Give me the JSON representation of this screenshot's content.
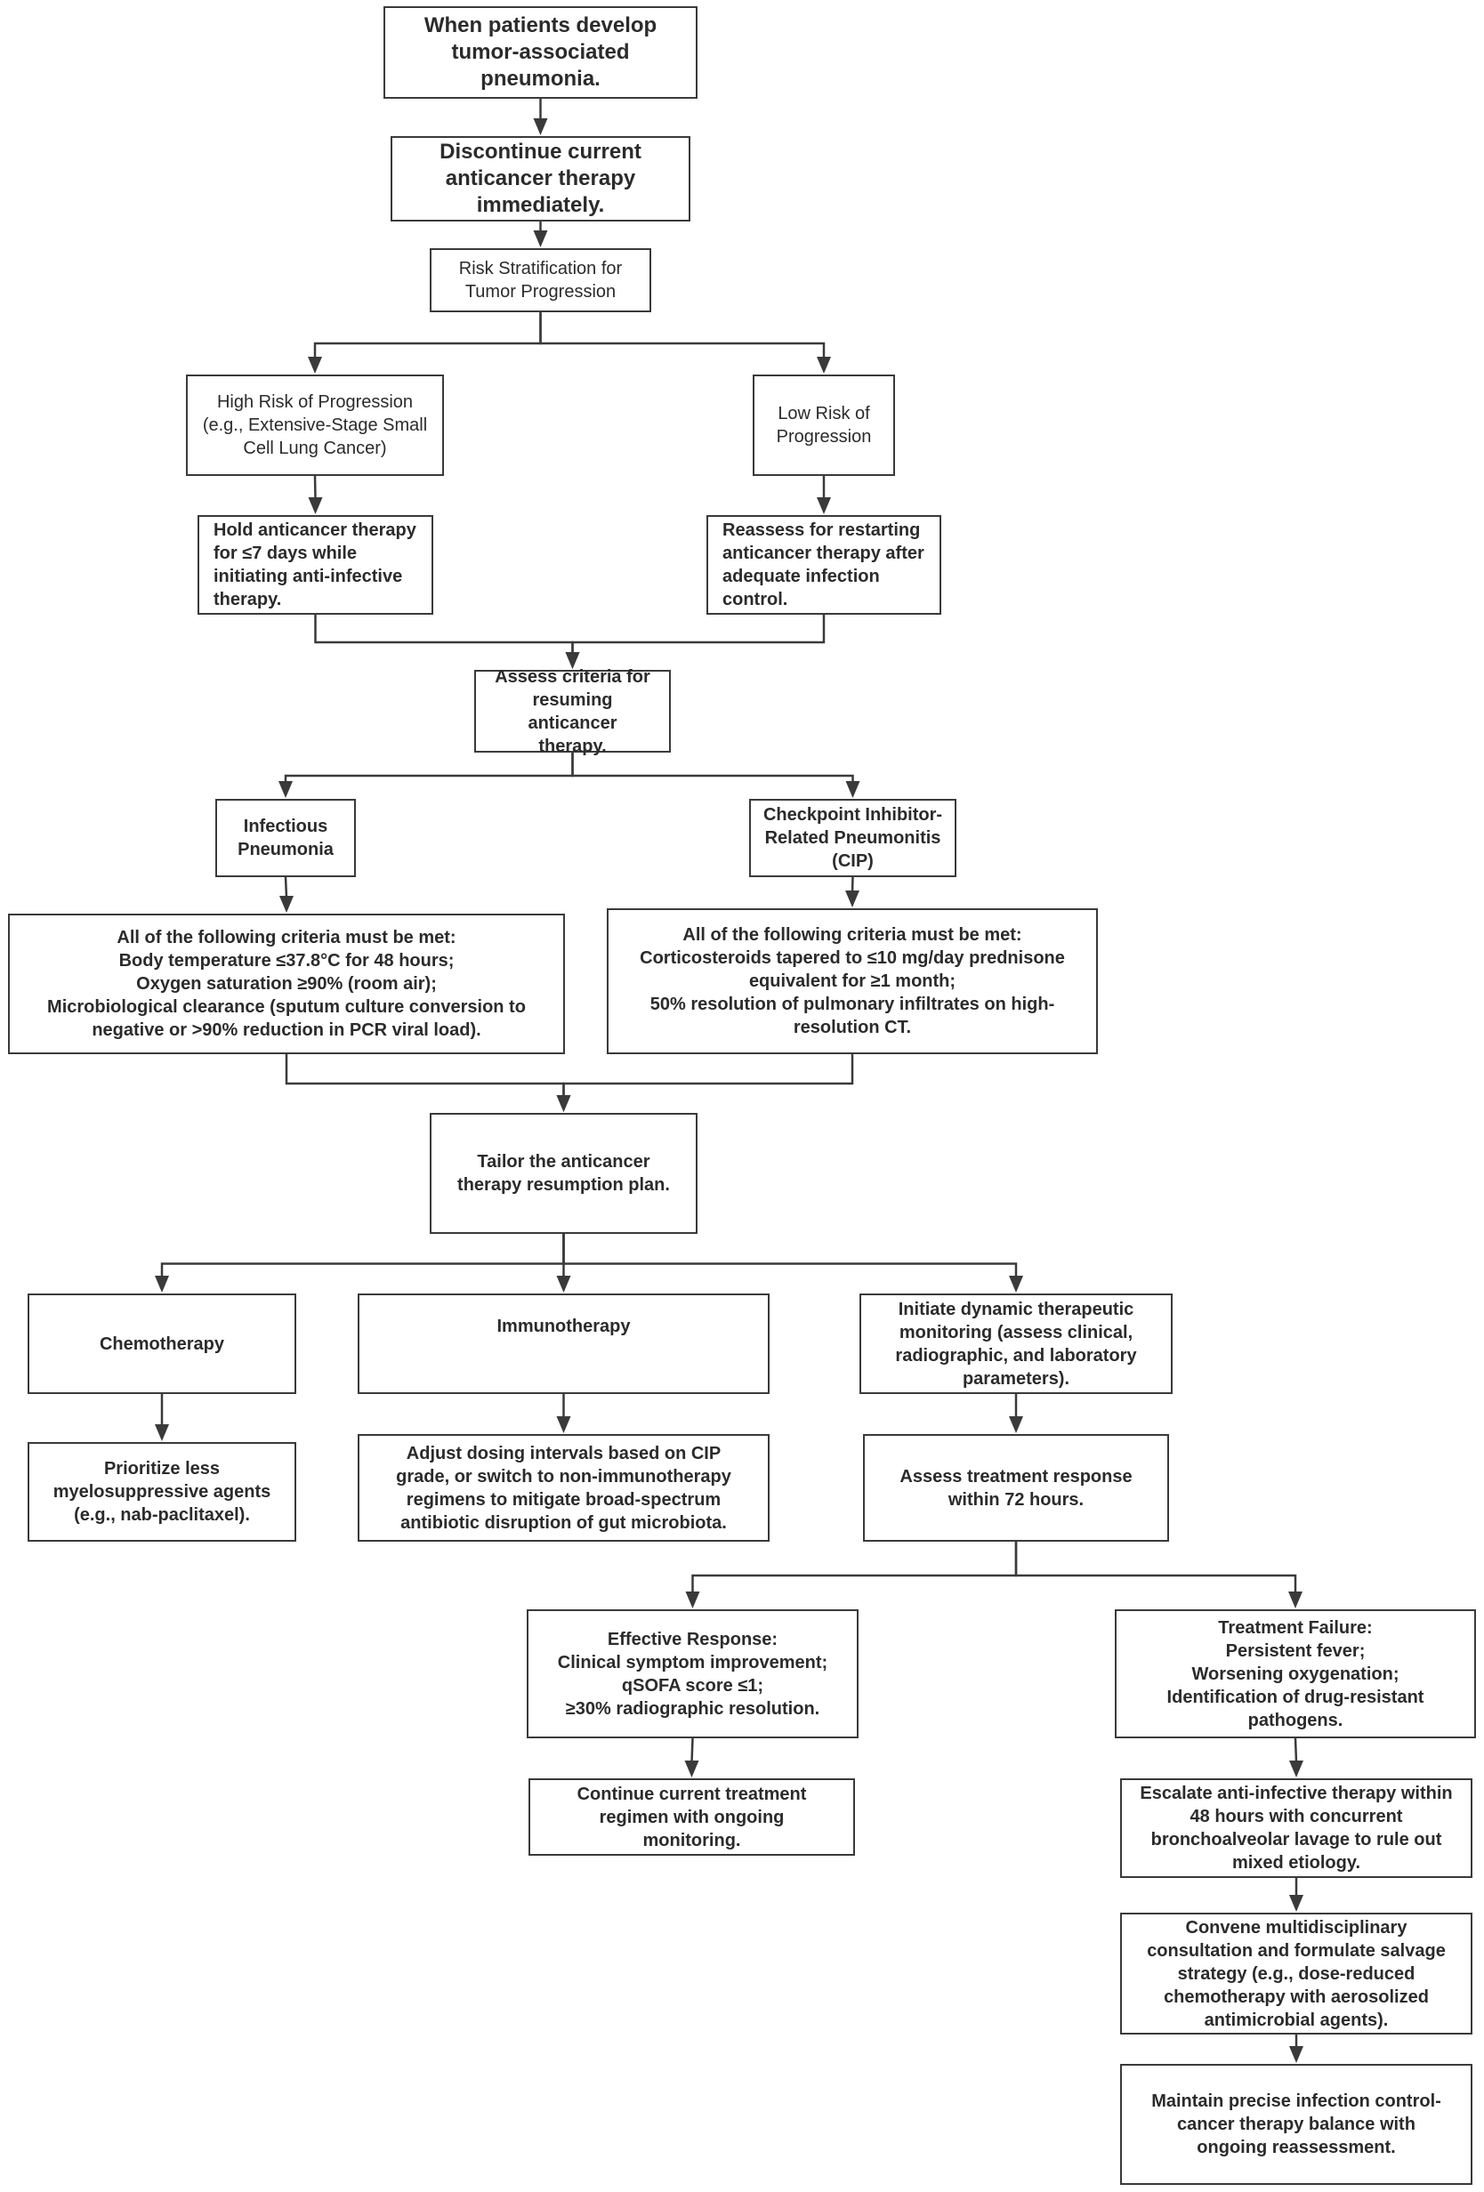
{
  "flowchart": {
    "nodes": {
      "n1": "When patients develop tumor-associated pneumonia.",
      "n2": "Discontinue current anticancer therapy immediately.",
      "n3": "Risk Stratification for Tumor Progression",
      "n4": "High Risk of Progression (e.g., Extensive-Stage Small Cell Lung Cancer)",
      "n5": "Low Risk of Progression",
      "n6": "Hold anticancer therapy for ≤7 days while initiating anti-infective therapy.",
      "n7": "Reassess for restarting anticancer therapy after adequate infection control.",
      "n8": "Assess criteria for resuming anticancer therapy.",
      "n9": "Infectious Pneumonia",
      "n10": "Checkpoint Inhibitor-Related Pneumonitis (CIP)",
      "n11": "All of the following criteria must be met:\nBody temperature ≤37.8°C for 48 hours;\nOxygen saturation ≥90% (room air);\nMicrobiological clearance (sputum culture conversion to negative or >90% reduction in PCR viral load).",
      "n12": "All of the following criteria must be met:\nCorticosteroids tapered to ≤10 mg/day prednisone equivalent for ≥1 month;\n50% resolution of pulmonary infiltrates on high-resolution CT.",
      "n13": "Tailor the anticancer therapy resumption plan.",
      "n14": "Chemotherapy",
      "n15": "Immunotherapy",
      "n16": "Initiate dynamic therapeutic monitoring (assess clinical, radiographic, and laboratory parameters).",
      "n17": "Prioritize less myelosuppressive agents (e.g., nab-paclitaxel).",
      "n18": "Adjust dosing intervals based on CIP grade, or switch to non-immunotherapy regimens to mitigate broad-spectrum antibiotic disruption of gut microbiota.",
      "n19": "Assess treatment response within 72 hours.",
      "n20": "Effective Response:\nClinical symptom improvement;\nqSOFA score ≤1;\n≥30% radiographic resolution.",
      "n21": "Treatment Failure:\nPersistent fever;\nWorsening oxygenation;\nIdentification of drug-resistant pathogens.",
      "n22": "Continue current treatment regimen with ongoing monitoring.",
      "n23": "Escalate anti-infective therapy within 48 hours with concurrent bronchoalveolar lavage to rule out mixed etiology.",
      "n24": "Convene multidisciplinary consultation and formulate salvage strategy (e.g., dose-reduced chemotherapy with aerosolized antimicrobial agents).",
      "n25": "Maintain precise infection control-cancer therapy balance with ongoing reassessment."
    },
    "edges": [
      [
        "n1",
        "n2"
      ],
      [
        "n2",
        "n3"
      ],
      [
        "n3",
        "n4"
      ],
      [
        "n3",
        "n5"
      ],
      [
        "n4",
        "n6"
      ],
      [
        "n5",
        "n7"
      ],
      [
        "n6",
        "n8"
      ],
      [
        "n7",
        "n8"
      ],
      [
        "n8",
        "n9"
      ],
      [
        "n8",
        "n10"
      ],
      [
        "n9",
        "n11"
      ],
      [
        "n10",
        "n12"
      ],
      [
        "n11",
        "n13"
      ],
      [
        "n12",
        "n13"
      ],
      [
        "n13",
        "n14"
      ],
      [
        "n13",
        "n15"
      ],
      [
        "n13",
        "n16"
      ],
      [
        "n14",
        "n17"
      ],
      [
        "n15",
        "n18"
      ],
      [
        "n16",
        "n19"
      ],
      [
        "n19",
        "n20"
      ],
      [
        "n19",
        "n21"
      ],
      [
        "n20",
        "n22"
      ],
      [
        "n21",
        "n23"
      ],
      [
        "n23",
        "n24"
      ],
      [
        "n24",
        "n25"
      ]
    ]
  }
}
